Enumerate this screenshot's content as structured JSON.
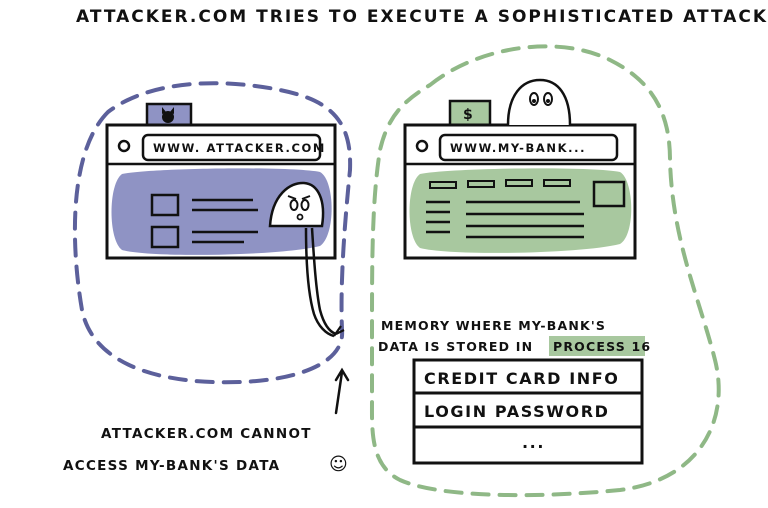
{
  "title": "ATTACKER.COM TRIES TO EXECUTE  A SOPHISTICATED ATTACK",
  "attacker": {
    "url": "WWW. ATTACKER.COM",
    "caption_line1": "ATTACKER.COM CANNOT",
    "caption_line2": "ACCESS MY-BANK'S DATA",
    "smiley": "☺",
    "color": "#8f93c4"
  },
  "bank": {
    "url": "WWW.MY-BANK...",
    "dollar": "$",
    "color": "#a8c89f"
  },
  "memory": {
    "line1": "MEMORY WHERE MY-BANK'S",
    "line2_prefix": "DATA IS STORED IN",
    "highlight": "PROCESS 16",
    "highlight_color": "#a8c89f",
    "rows": [
      "CREDIT CARD INFO",
      "LOGIN  PASSWORD",
      "..."
    ]
  },
  "colors": {
    "attacker_outline": "#5c609b",
    "bank_outline": "#8fb886",
    "ink": "#111111"
  }
}
